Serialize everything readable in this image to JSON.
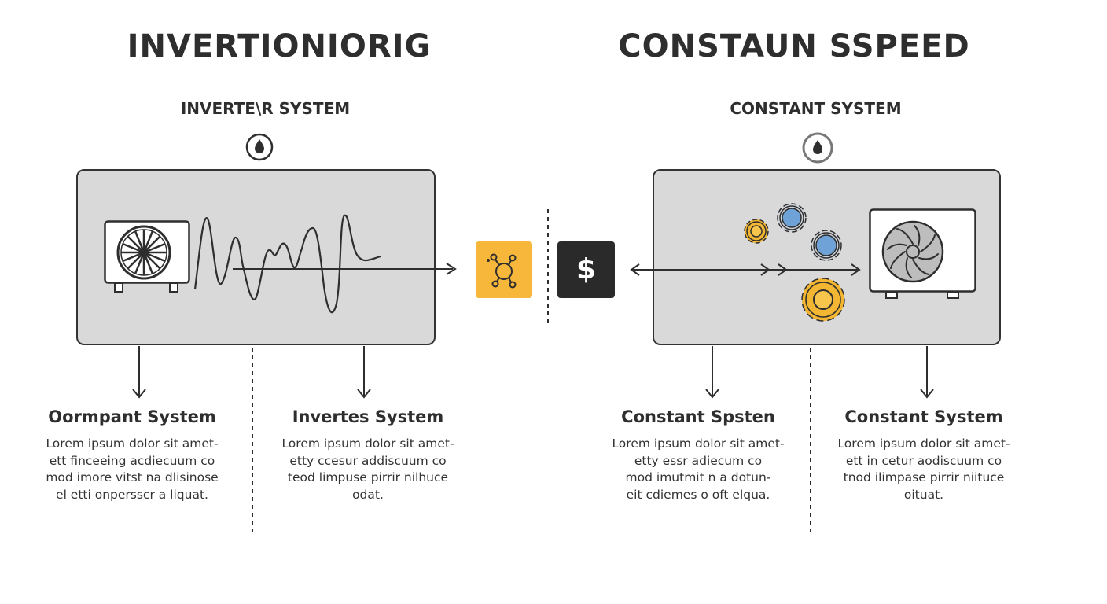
{
  "left": {
    "main_title": "INVERTIONIORIG",
    "system_label": "INVERTE\\R SYSTEM",
    "columns": [
      {
        "title": "Oormpant System",
        "text": "Lorem ipsum dolor sit amet-\nett finceeing acdiecuum co\nmod imore vitst na dlisinose\nel etti onpersscr a liquat."
      },
      {
        "title": "Invertes System",
        "text": "Lorem ipsum dolor sit amet-\netty ccesur addiscuum co\nteod limpuse pirrir nilhuce\nodat."
      }
    ]
  },
  "right": {
    "main_title": "CONSTAUN  SSPEED",
    "system_label": "CONSTANT SYSTEM",
    "columns": [
      {
        "title": "Constant Spsten",
        "text": "Lorem ipsum dolor sit amet-\netty essr adiecum co\nmod imutmit n a dotun-\neit cdiemes o oft elqua."
      },
      {
        "title": "Constant System",
        "text": "Lorem ipsum dolor sit amet-\nett in cetur aodiscuum co\ntnod ilimpase pirrir niituce\noituat."
      }
    ]
  },
  "center": {
    "dollar_symbol": "$"
  },
  "icons": {
    "top_indicator": "water-drop-icon",
    "left_unit": "fan-unit-icon",
    "waveform": "variable-waveform-icon",
    "molecule": "molecule-icon",
    "dollar": "dollar-icon",
    "gears": "gear-icon",
    "right_unit": "fan-unit-icon"
  },
  "colors": {
    "panel": "#d9d9d9",
    "accent_yellow": "#f7b73a",
    "dark_tile": "#2a2a2a",
    "gear_yellow": "#f2b632",
    "gear_blue": "#6fa3d8"
  }
}
